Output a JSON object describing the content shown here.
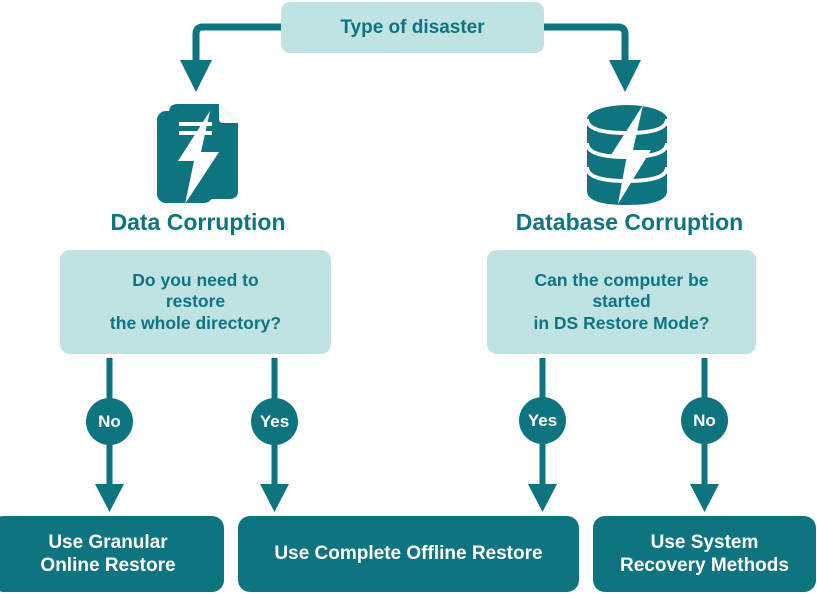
{
  "theme": {
    "dark_teal": "#0e7480",
    "light_teal": "#bfe2e3",
    "white": "#ffffff",
    "background": "#ffffff"
  },
  "root": {
    "label": "Type of disaster"
  },
  "branches": [
    {
      "id": "data-corruption",
      "icon": "document-lightning-icon",
      "title": "Data Corruption",
      "question": {
        "lines": [
          "Do you need to",
          "restore",
          "the whole directory?"
        ]
      },
      "edges": [
        {
          "badge": "No",
          "outcome_ref": "use-granular-online-restore"
        },
        {
          "badge": "Yes",
          "outcome_ref": "use-complete-offline-restore"
        }
      ]
    },
    {
      "id": "database-corruption",
      "icon": "database-lightning-icon",
      "title": "Database Corruption",
      "question": {
        "lines": [
          "Can the computer be",
          "started",
          "in DS Restore Mode?"
        ]
      },
      "edges": [
        {
          "badge": "Yes",
          "outcome_ref": "use-complete-offline-restore"
        },
        {
          "badge": "No",
          "outcome_ref": "use-system-recovery-methods"
        }
      ]
    }
  ],
  "outcomes": [
    {
      "id": "use-granular-online-restore",
      "lines": [
        "Use Granular",
        "Online Restore"
      ]
    },
    {
      "id": "use-complete-offline-restore",
      "lines": [
        "Use Complete Offline Restore"
      ]
    },
    {
      "id": "use-system-recovery-methods",
      "lines": [
        "Use System",
        "Recovery Methods"
      ]
    }
  ],
  "chart_data": {
    "type": "diagram",
    "title": "Type of disaster",
    "nodes": [
      {
        "id": "root",
        "label": "Type of disaster",
        "kind": "start",
        "style": "light"
      },
      {
        "id": "b1",
        "label": "Data Corruption",
        "kind": "branch",
        "style": "title"
      },
      {
        "id": "b2",
        "label": "Database Corruption",
        "kind": "branch",
        "style": "title"
      },
      {
        "id": "q1",
        "label": "Do you need to restore the whole directory?",
        "kind": "decision",
        "style": "light"
      },
      {
        "id": "q2",
        "label": "Can the computer be started in DS Restore Mode?",
        "kind": "decision",
        "style": "light"
      },
      {
        "id": "o1",
        "label": "Use Granular Online Restore",
        "kind": "outcome",
        "style": "dark"
      },
      {
        "id": "o2",
        "label": "Use Complete Offline Restore",
        "kind": "outcome",
        "style": "dark"
      },
      {
        "id": "o3",
        "label": "Use System Recovery Methods",
        "kind": "outcome",
        "style": "dark"
      }
    ],
    "edges": [
      {
        "from": "root",
        "to": "b1",
        "label": ""
      },
      {
        "from": "root",
        "to": "b2",
        "label": ""
      },
      {
        "from": "b1",
        "to": "q1",
        "label": ""
      },
      {
        "from": "b2",
        "to": "q2",
        "label": ""
      },
      {
        "from": "q1",
        "to": "o1",
        "label": "No"
      },
      {
        "from": "q1",
        "to": "o2",
        "label": "Yes"
      },
      {
        "from": "q2",
        "to": "o2",
        "label": "Yes"
      },
      {
        "from": "q2",
        "to": "o3",
        "label": "No"
      }
    ]
  }
}
